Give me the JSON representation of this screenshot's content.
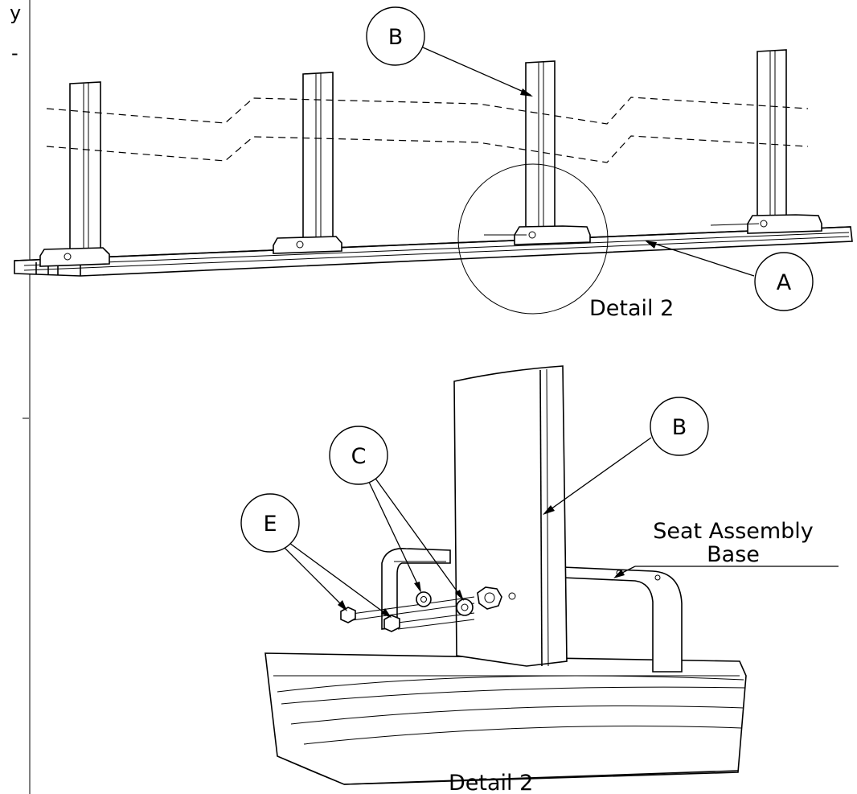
{
  "margin_fragments": {
    "top_line1": "y",
    "top_line2": "-"
  },
  "top_view": {
    "callout_b": "B",
    "callout_a": "A",
    "detail_caption": "Detail 2"
  },
  "detail_view": {
    "callout_b": "B",
    "callout_c": "C",
    "callout_e": "E",
    "seat_label_line1": "Seat Assembly",
    "seat_label_line2": "Base",
    "detail_caption": "Detail 2"
  }
}
